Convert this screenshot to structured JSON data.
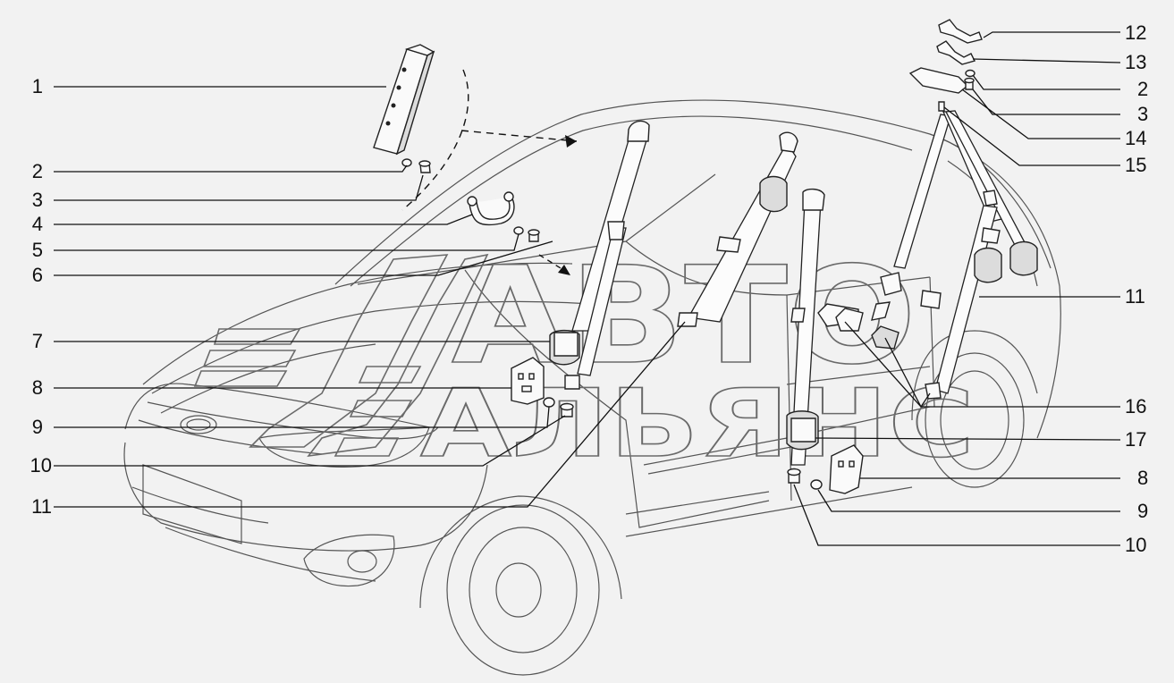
{
  "callouts_left": [
    "1",
    "2",
    "3",
    "4",
    "5",
    "6",
    "7",
    "8",
    "9",
    "10",
    "11"
  ],
  "callouts_right": [
    "12",
    "13",
    "2",
    "3",
    "14",
    "15",
    "11",
    "16",
    "17",
    "8",
    "9",
    "10"
  ],
  "watermark": {
    "line1": "АВТО",
    "line2": "АЛЬЯНС"
  },
  "colors": {
    "background": "#f2f2f2",
    "ink": "#111111",
    "watermark": "#6a6a6a"
  }
}
